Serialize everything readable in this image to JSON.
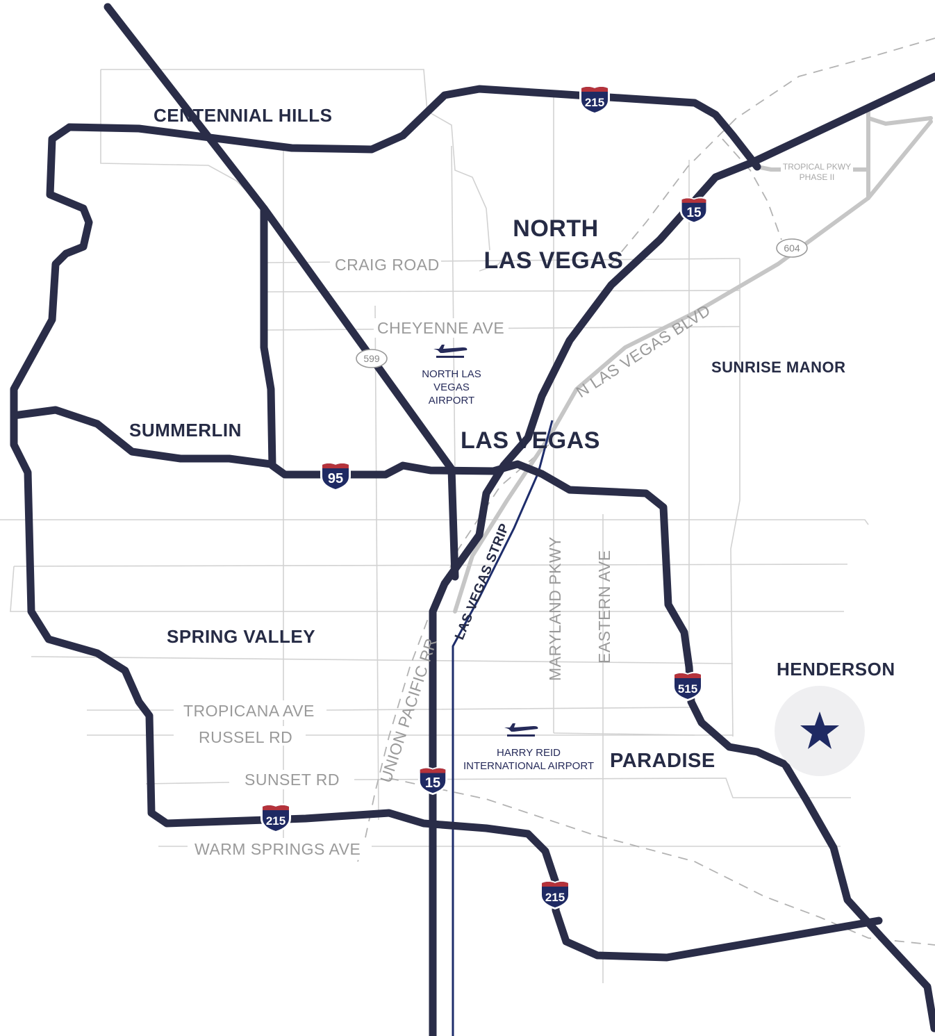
{
  "map": {
    "areas": {
      "centennial_hills": "CENTENNIAL HILLS",
      "north_las_vegas_1": "NORTH",
      "north_las_vegas_2": "LAS VEGAS",
      "sunrise_manor": "SUNRISE MANOR",
      "summerlin": "SUMMERLIN",
      "las_vegas": "LAS VEGAS",
      "spring_valley": "SPRING VALLEY",
      "henderson": "HENDERSON",
      "paradise": "PARADISE"
    },
    "streets": {
      "craig_road": "CRAIG ROAD",
      "cheyenne_ave": "CHEYENNE AVE",
      "n_las_vegas_blvd": "N LAS VEGAS BLVD",
      "tropicana_ave": "TROPICANA AVE",
      "russel_rd": "RUSSEL RD",
      "sunset_rd": "SUNSET RD",
      "warm_springs_ave": "WARM SPRINGS AVE",
      "union_pacific_rr": "UNION PACIFIC RR",
      "las_vegas_strip": "LAS VEGAS STRIP",
      "maryland_pkwy": "MARYLAND PKWY",
      "eastern_ave": "EASTERN AVE",
      "tropical_pkwy_1": "TROPICAL PKWY",
      "tropical_pkwy_2": "PHASE II"
    },
    "airports": {
      "north_1": "NORTH LAS",
      "north_2": "VEGAS",
      "north_3": "AIRPORT",
      "harry_1": "HARRY REID",
      "harry_2": "INTERNATIONAL AIRPORT"
    },
    "shields": {
      "i215_north": "215",
      "i15_north": "15",
      "i95": "95",
      "i515": "515",
      "i15_south": "15",
      "i215_sw": "215",
      "i215_south": "215"
    },
    "state_routes": {
      "sr599": "599",
      "sr604": "604"
    },
    "marker": "star-icon",
    "colors": {
      "highway": "#2a2d48",
      "shield": "#1f2a63",
      "marker": "#1f2a63",
      "marker_bg": "#efeff1"
    }
  }
}
